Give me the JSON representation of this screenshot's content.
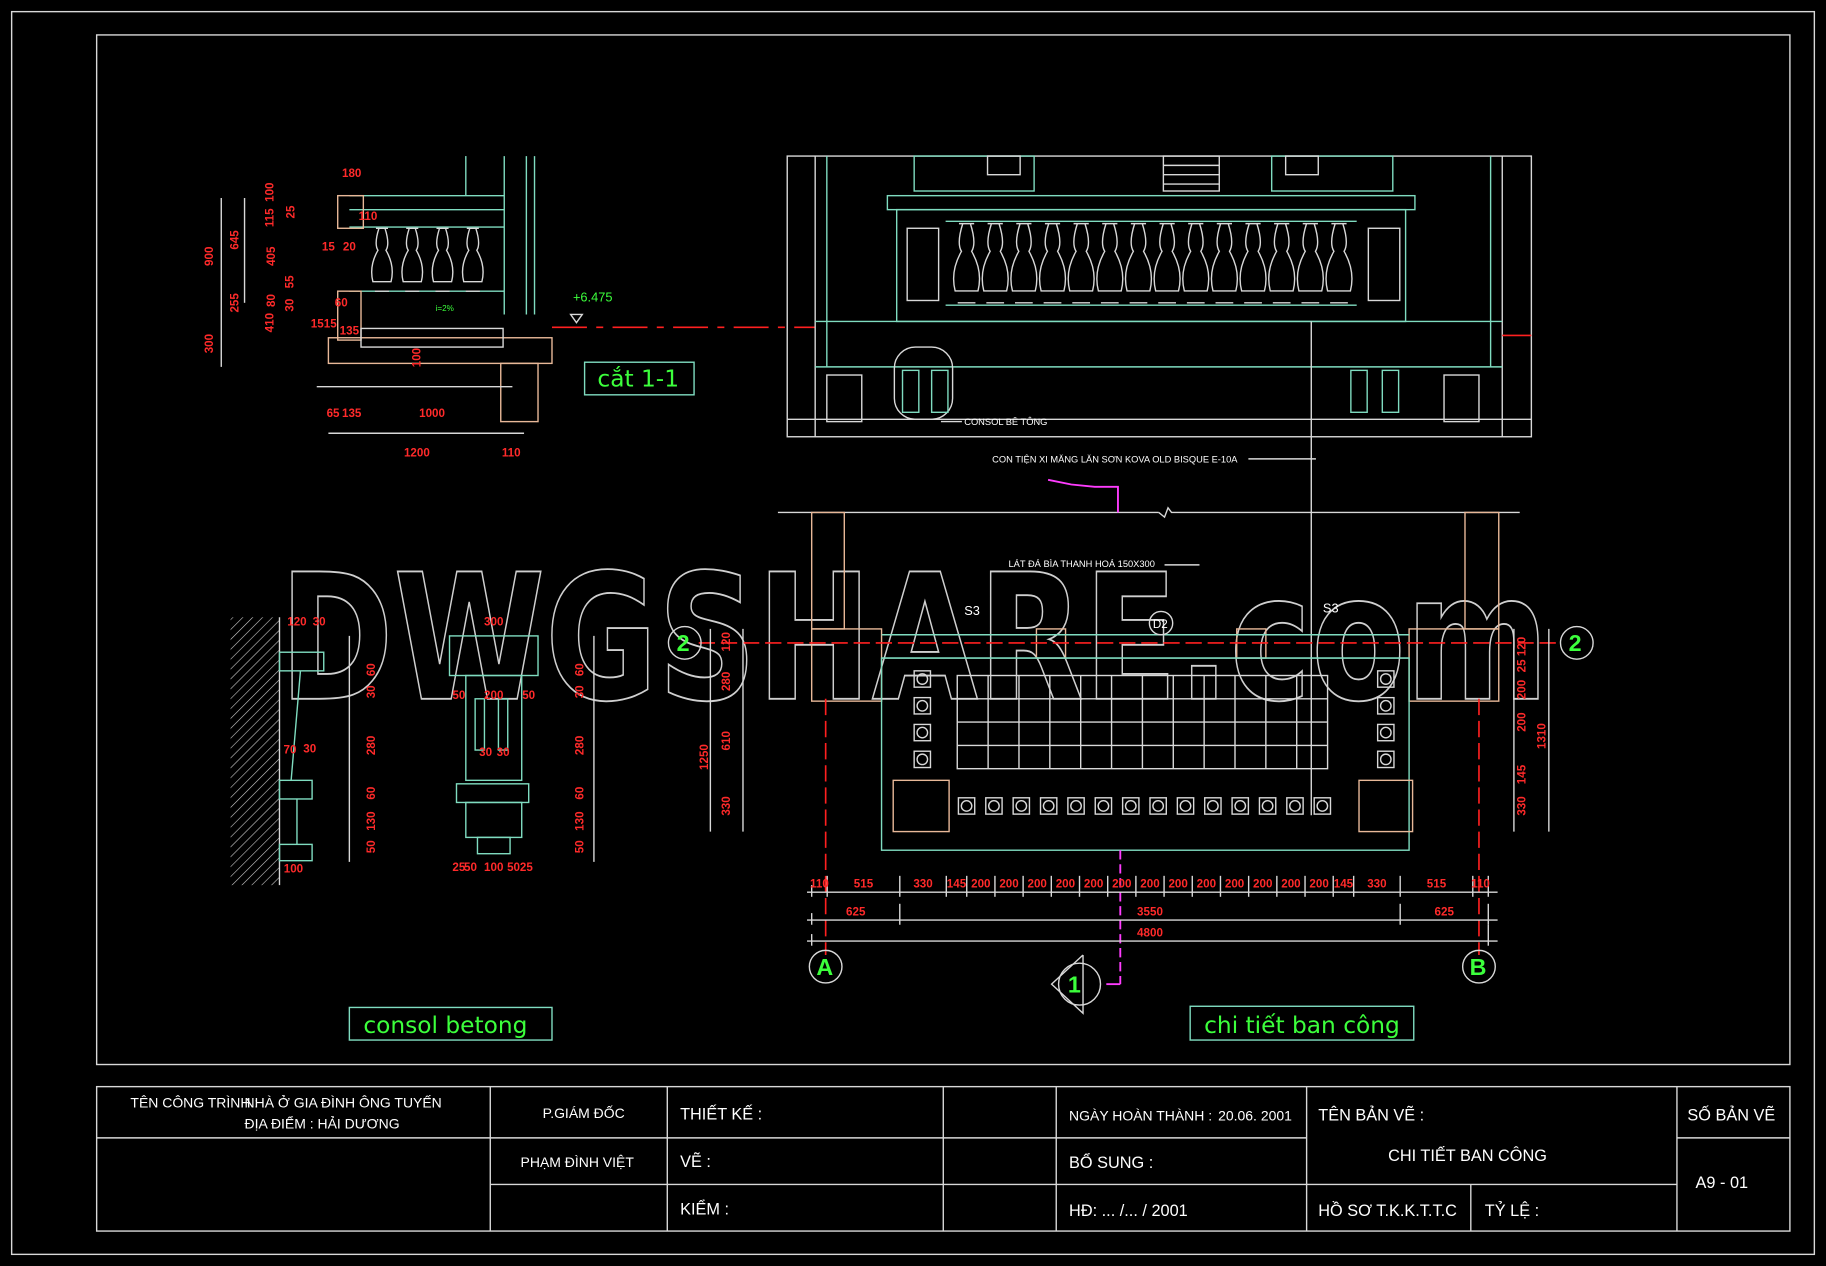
{
  "watermark": "DWGSHARE.com",
  "colors": {
    "line": "#d8d8d8",
    "structure": "#7fdcc0",
    "dimension": "#ff2020",
    "label": "#3cff3c",
    "section_line": "#ff3cff"
  },
  "section": {
    "title": "cắt 1-1",
    "level": "+6.475",
    "slope": "i=2%",
    "dims": [
      "180",
      "100",
      "115",
      "25",
      "110",
      "645",
      "405",
      "900",
      "15",
      "20",
      "55",
      "255",
      "80",
      "30",
      "410",
      "60",
      "1515",
      "135",
      "300",
      "100",
      "65",
      "135",
      "1000",
      "1200",
      "110"
    ]
  },
  "consol": {
    "title": "consol betong",
    "dims": [
      "120",
      "30",
      "60",
      "30",
      "280",
      "70",
      "30",
      "60",
      "130",
      "50",
      "100",
      "300",
      "50",
      "200",
      "50",
      "30",
      "30",
      "60",
      "30",
      "280",
      "60",
      "130",
      "50",
      "25",
      "50",
      "100",
      "50",
      "25"
    ]
  },
  "balcony": {
    "title": "chi tiết ban công",
    "notes": {
      "consol": "CONSOL BÊ TÔNG",
      "baluster": "CON TIỆN XI MĂNG LĂN SƠN KOVA OLD BISQUE E-10A",
      "paving": "LÁT ĐÁ BÌA THANH HOÁ 150X300"
    },
    "grid": {
      "row": "2",
      "col_a": "A",
      "col_b": "B",
      "section_mark": "1"
    },
    "tags": [
      "S3",
      "S3",
      "D2"
    ],
    "dims_bottom": {
      "row1": [
        "110",
        "515",
        "330",
        "145",
        "200",
        "200",
        "200",
        "200",
        "200",
        "200",
        "200",
        "200",
        "200",
        "200",
        "200",
        "200",
        "200",
        "145",
        "330",
        "515",
        "110"
      ],
      "row2": [
        "625",
        "3550",
        "625"
      ],
      "row3": [
        "4800"
      ]
    },
    "dims_left": [
      "120",
      "280",
      "610",
      "1250",
      "330"
    ],
    "dims_right": [
      "25 120",
      "200",
      "200",
      "1310",
      "145",
      "330"
    ]
  },
  "title_block": {
    "project_label": "TÊN CÔNG TRÌNH :",
    "project_name": "NHÀ Ở GIA ĐÌNH ÔNG TUYẾN",
    "location": "ĐỊA ĐIỂM : HẢI DƯƠNG",
    "director_role": "P.GIÁM ĐỐC",
    "director_name": "PHẠM ĐÌNH VIỆT",
    "design": "THIẾT KẾ :",
    "draw": "VẼ :",
    "check": "KIỂM :",
    "completion_label": "NGÀY HOÀN THÀNH :",
    "completion_date": "20.06. 2001",
    "supplement": "BỔ SUNG :",
    "contract": "HĐ: ... /... / 2001",
    "drawing_name_label": "TÊN BẢN VẼ :",
    "drawing_name": "CHI TIẾT BAN CÔNG",
    "dossier": "HỒ SƠ T.K.K.T.T.C",
    "scale": "TỶ LỆ :",
    "sheet_label": "SỐ BẢN VẼ",
    "sheet_number": "A9 - 01"
  }
}
